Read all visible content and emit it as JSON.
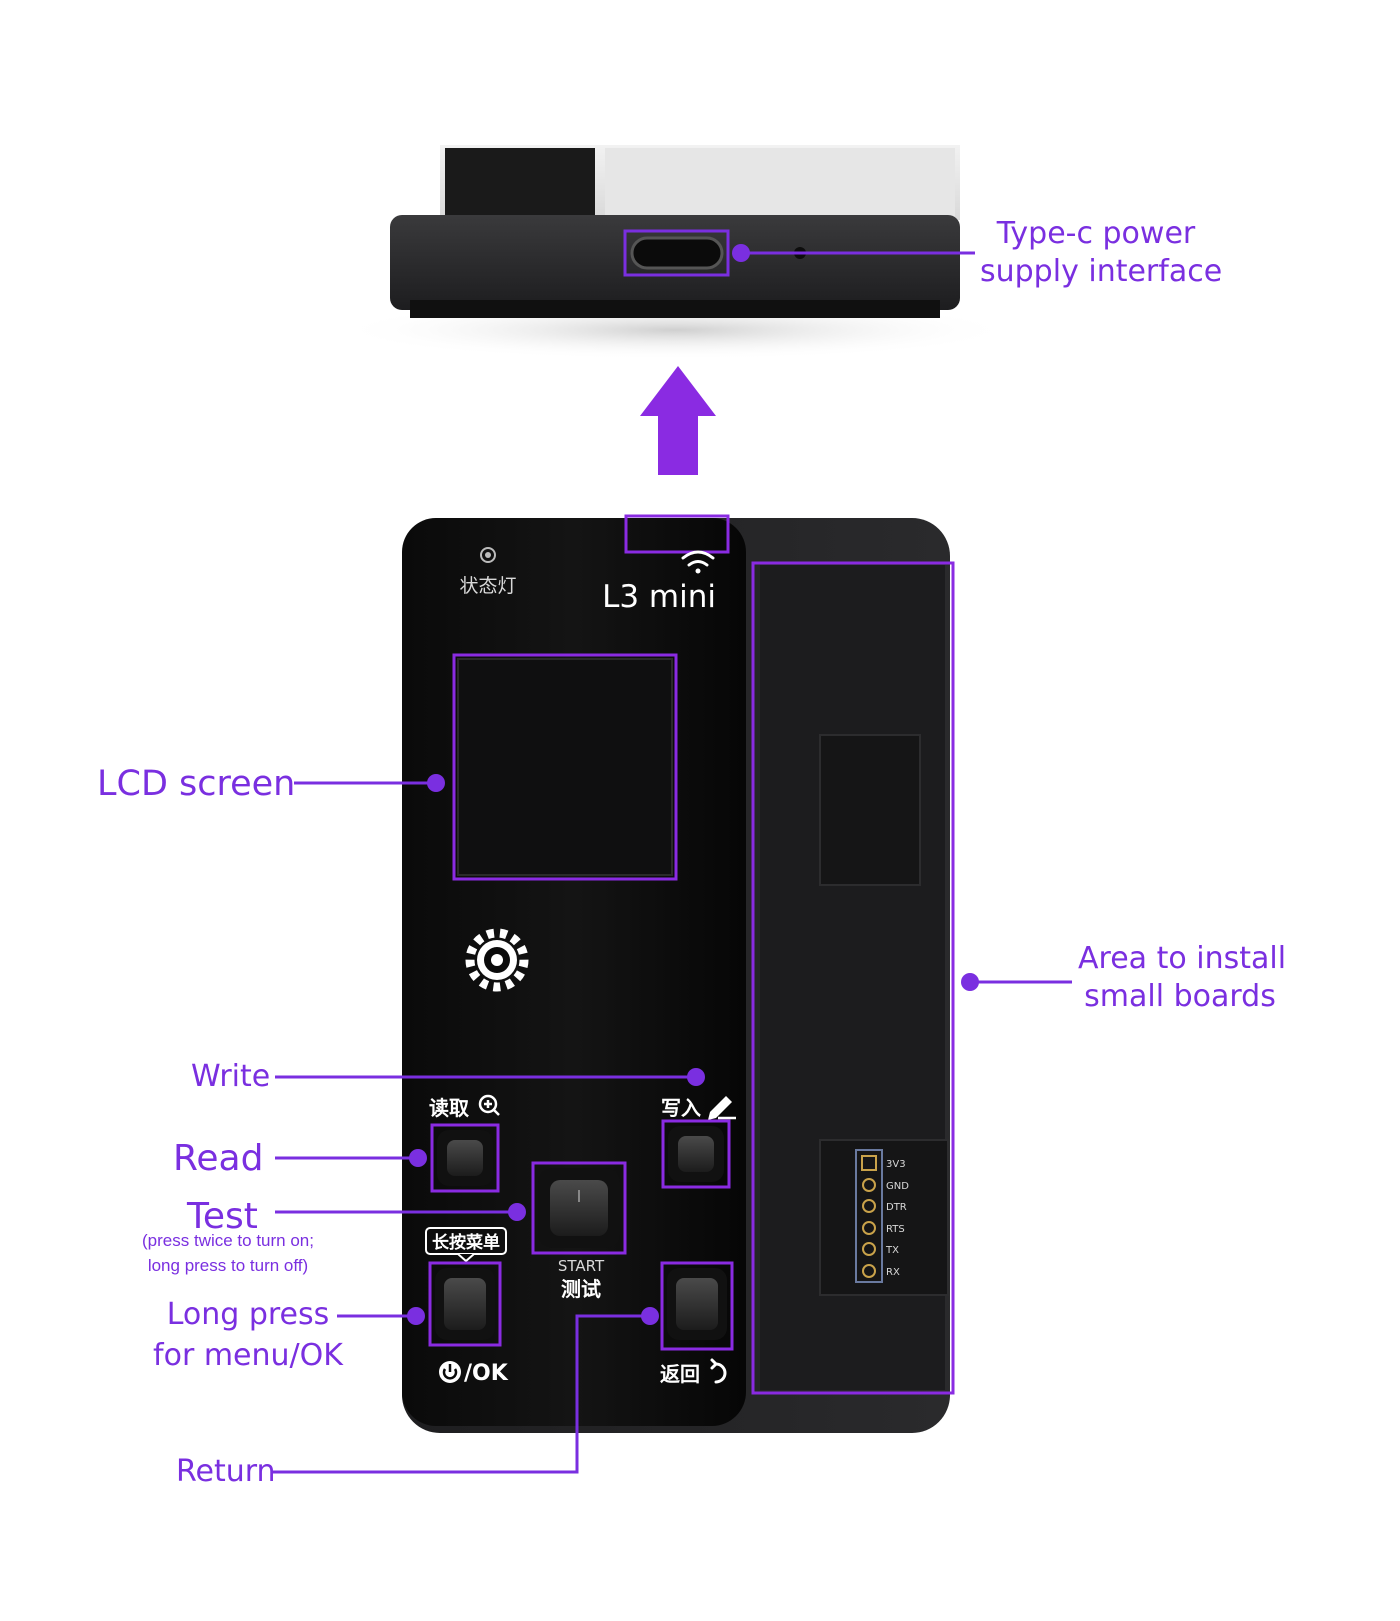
{
  "accent_color": "#7a2fe0",
  "device": {
    "model": "L3 mini",
    "status_light_label": "状态灯",
    "read_key_label": "读取",
    "write_key_label": "写入",
    "menu_hint_label": "长按菜单",
    "start_label": "START",
    "test_label": "测试",
    "ok_label": "/OK",
    "return_key_label": "返回",
    "pinout": [
      "3V3",
      "GND",
      "DTR",
      "RTS",
      "TX",
      "RX"
    ]
  },
  "labels": {
    "typec_line1": "Type-c power",
    "typec_line2": "supply interface",
    "lcd": "LCD screen",
    "area_line1": "Area to install",
    "area_line2": "small boards",
    "write": "Write",
    "read": "Read",
    "test": "Test",
    "test_note_line1": "(press twice to turn on;",
    "test_note_line2": "long press to turn off)",
    "longpress_line1": "Long press",
    "longpress_line2": "for menu/OK",
    "return": "Return"
  },
  "icons": [
    "wifi-icon",
    "gear-icon",
    "zoom-in-icon",
    "pen-icon",
    "power-icon",
    "return-arrow-icon",
    "up-arrow-icon"
  ]
}
